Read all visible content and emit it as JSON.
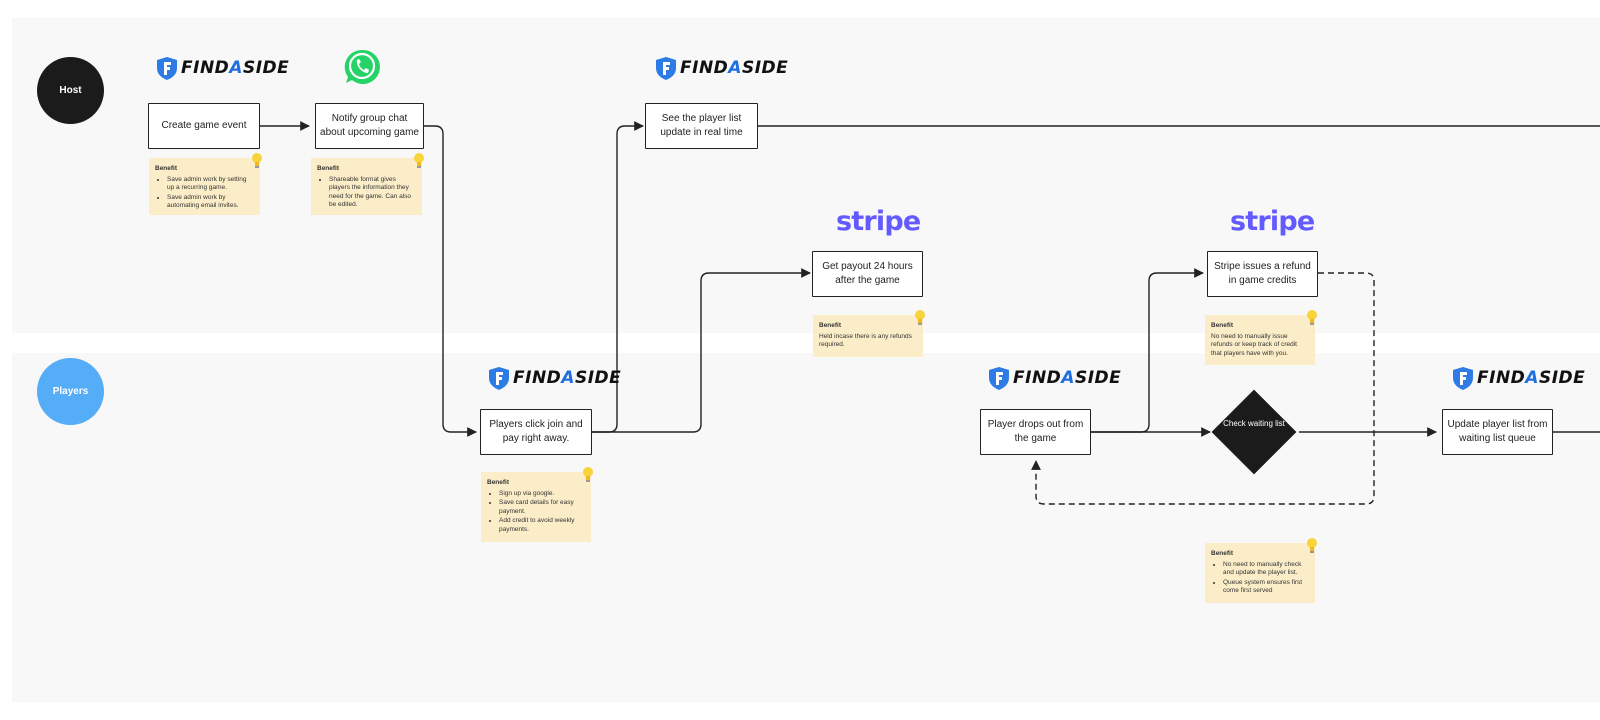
{
  "lanes": {
    "host": "Host",
    "players": "Players"
  },
  "brand": {
    "findaside_pre": "FIND",
    "findaside_accent": "A",
    "findaside_post": "SIDE",
    "stripe": "stripe"
  },
  "colors": {
    "players_lane": "#55adf7",
    "stripe": "#635bff",
    "note_bg": "#fbedc8",
    "whatsapp": "#25d366",
    "decision": "#1b1b1b"
  },
  "icons": {
    "bulb": "lightbulb-icon",
    "whatsapp": "whatsapp-icon",
    "logo": "findaside-shield-icon"
  },
  "nodes": {
    "create_game": "Create game event",
    "notify_group": "Notify group chat about upcoming game",
    "see_list": "See the player list update in real time",
    "payout": "Get payout 24 hours after the game",
    "refund": "Stripe issues a refund in game credits",
    "join_pay": "Players click join and pay right away.",
    "drop_out": "Player drops out from the game",
    "check_waiting": "Check waiting list",
    "update_list": "Update player list from waiting list queue"
  },
  "notes": {
    "create_game": {
      "title": "Benefit",
      "items": [
        "Save admin work by setting up a recurring game.",
        "Save admin work by automating email invites."
      ]
    },
    "notify_group": {
      "title": "Benefit",
      "items": [
        "Shareable format gives players the information they need for the game. Can also be edited."
      ]
    },
    "payout": {
      "title": "Benefit",
      "text": "Held incase there is any refunds required."
    },
    "refund": {
      "title": "Benefit",
      "text": "No need to manually issue refunds or keep track of credit that players have with you."
    },
    "join_pay": {
      "title": "Benefit",
      "items": [
        "Sign up via google.",
        "Save card details for easy payment.",
        "Add credit to avoid weekly payments."
      ]
    },
    "waiting": {
      "title": "Benefit",
      "items": [
        "No need to manually check and update the player list.",
        "Queue system ensures first come first served"
      ]
    }
  }
}
